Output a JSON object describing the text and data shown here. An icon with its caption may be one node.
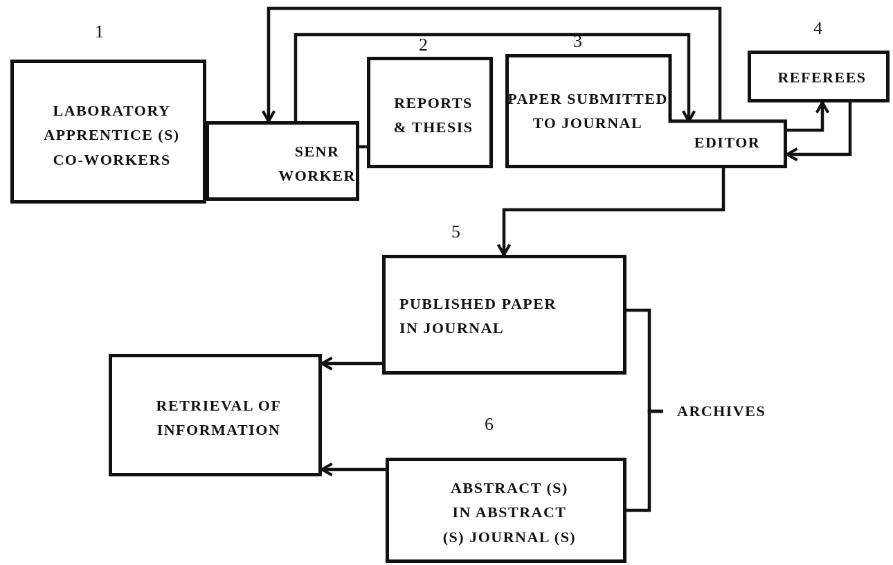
{
  "diagram": {
    "nodes": [
      {
        "text": [
          "LABORATORY APPRENTICE (S) CO-WORKERS"
        ],
        "beside": [
          "1"
        ]
      },
      {
        "text": [
          "SENR WORKER"
        ]
      },
      {
        "text": [
          "REPORTS & THESIS"
        ],
        "beside": [
          "2"
        ]
      },
      {
        "text": [
          "PAPER SUBMITTED TO JOURNAL",
          "EDITOR"
        ],
        "beside": [
          "3"
        ]
      },
      {
        "text": [
          "REFEREES"
        ],
        "beside": [
          "4"
        ]
      },
      {
        "text": [
          "PUBLISHED PAPER IN JOURNAL"
        ],
        "beside": [
          "5"
        ]
      },
      {
        "text": [
          "RETRIEVAL OF INFORMATION"
        ]
      },
      {
        "text": [
          "ABSTRACT (S) IN ABSTRACT (S) JOURNAL (S)"
        ],
        "beside": [
          "6"
        ]
      },
      {
        "text": [
          "ARCHIVES"
        ]
      }
    ],
    "edges": [
      {
        "from": 1,
        "to": 3,
        "arrow": "to"
      },
      {
        "from": 3,
        "to": 1,
        "arrow": "to"
      },
      {
        "from": 1,
        "to": 2,
        "arrow": "none"
      },
      {
        "from": 3,
        "to": 4,
        "arrow": "to"
      },
      {
        "from": 4,
        "to": 3,
        "arrow": "to"
      },
      {
        "from": 3,
        "to": 5,
        "arrow": "to"
      },
      {
        "from": 5,
        "to": 6,
        "arrow": "to"
      },
      {
        "from": 7,
        "to": 6,
        "arrow": "to"
      },
      {
        "from": 5,
        "to": 8,
        "arrow": "none"
      },
      {
        "from": 7,
        "to": 8,
        "arrow": "none"
      }
    ]
  }
}
